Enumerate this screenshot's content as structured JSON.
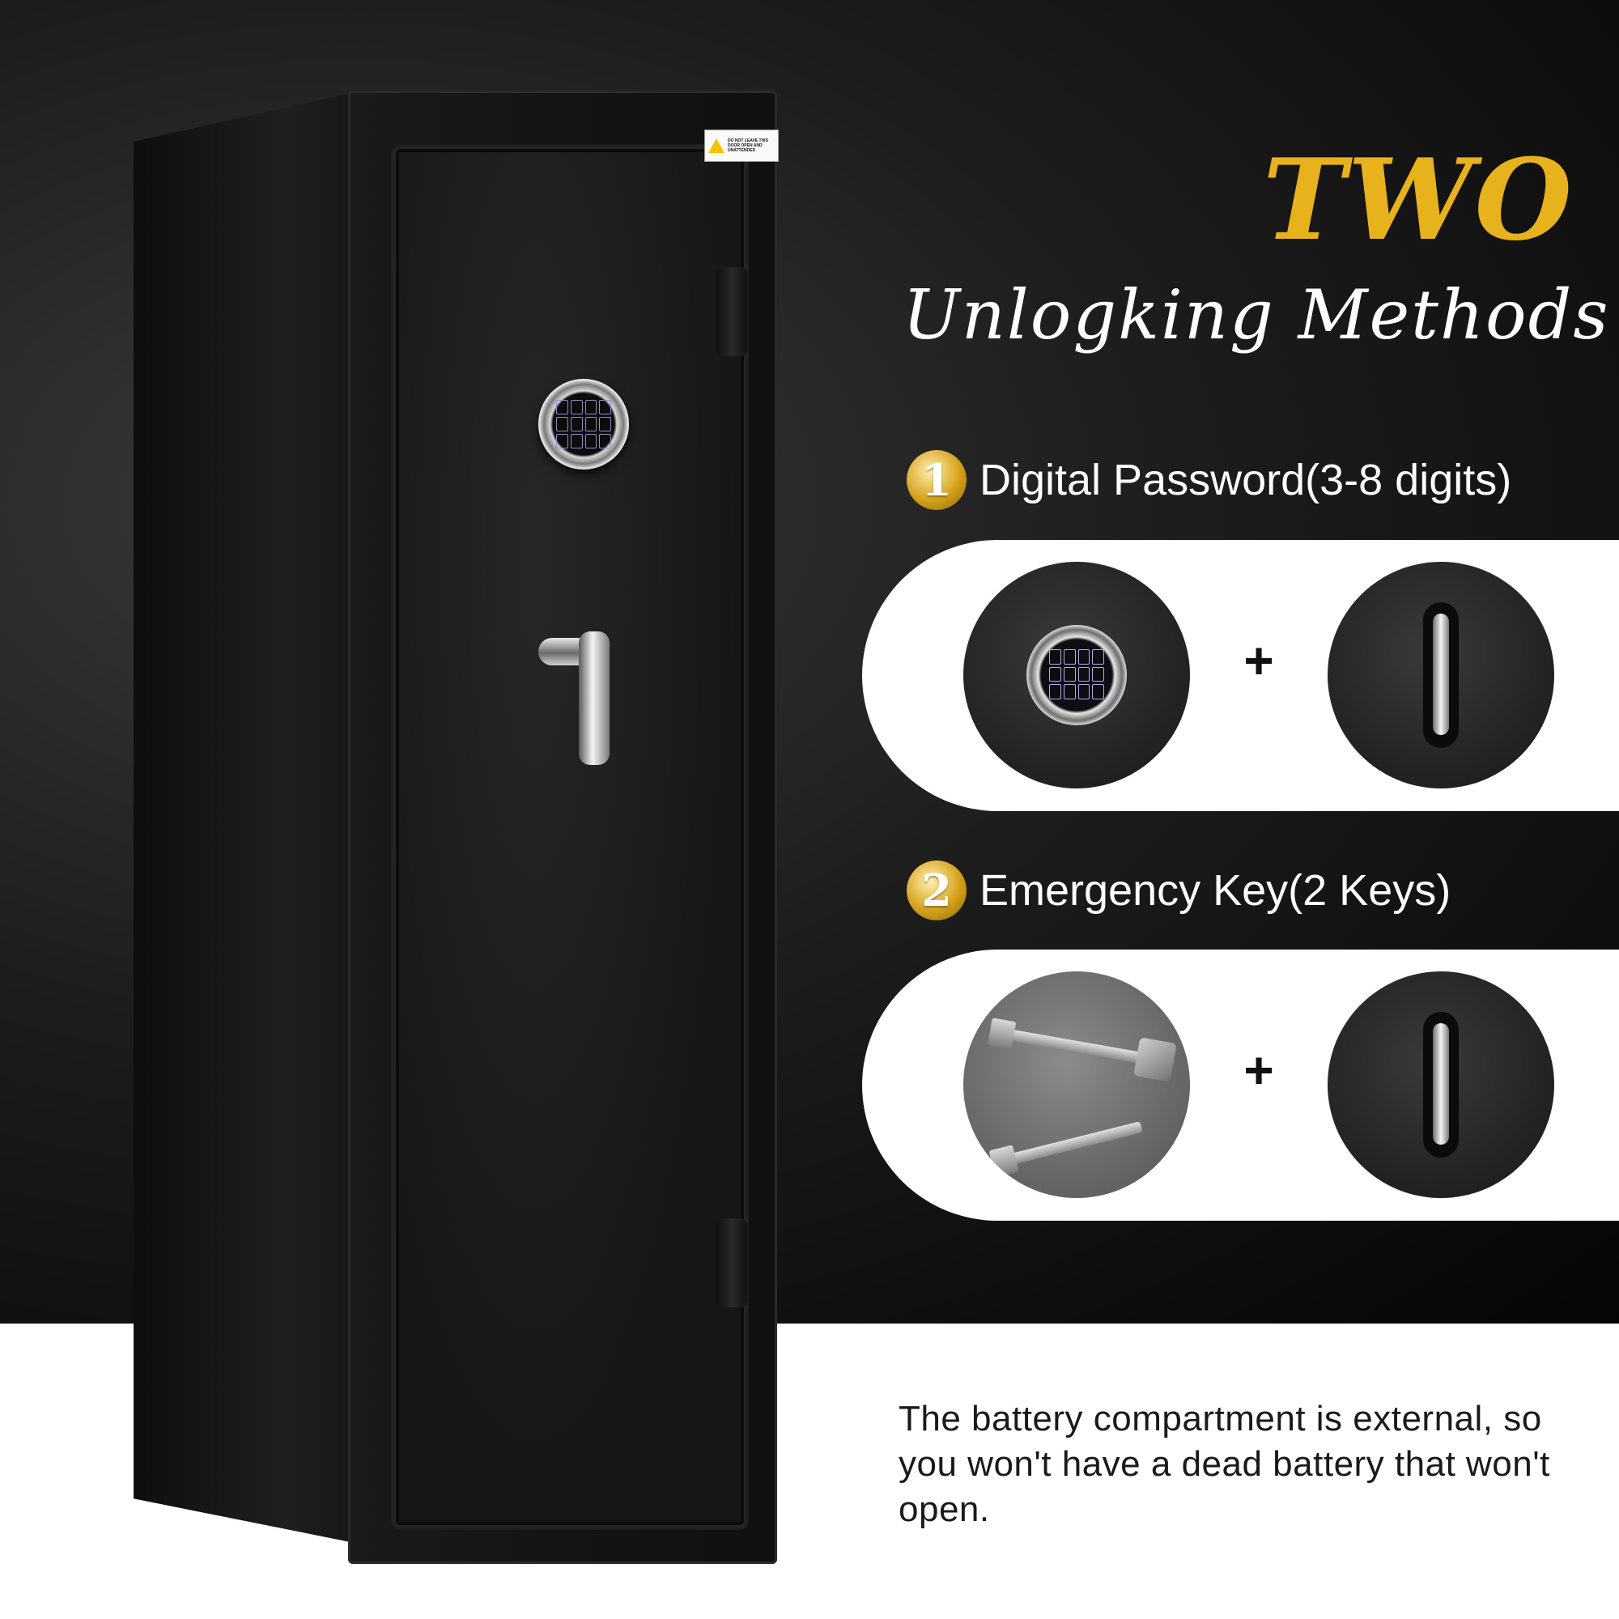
{
  "warning_label": "DO NOT LEAVE THIS DOOR OPEN AND UNATTENDED",
  "title": {
    "big": "TWO",
    "sub": "Unlogking Methods"
  },
  "methods": [
    {
      "number": "1",
      "label": "Digital Password(3-8 digits)",
      "plus": "+"
    },
    {
      "number": "2",
      "label": "Emergency Key(2 Keys)",
      "plus": "+"
    }
  ],
  "battery_note": "The battery compartment is external, so you won't have a dead battery that won't open.",
  "colors": {
    "accent_gold": "#e8b21c",
    "background_dark": "#0c0c0c",
    "panel_white": "#ffffff"
  },
  "icons": [
    "warning-icon",
    "keypad-icon",
    "handle-icon",
    "key-icon",
    "plus-icon"
  ]
}
